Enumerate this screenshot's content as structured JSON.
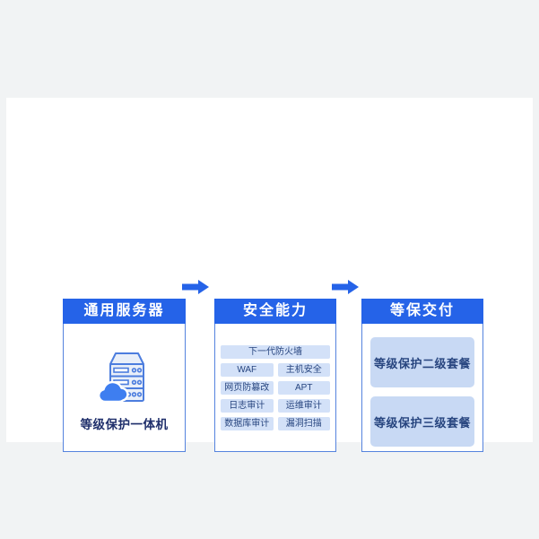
{
  "colors": {
    "page_background": "#f1f3f4",
    "canvas_background": "#ffffff",
    "header_blue": "#2563e8",
    "arrow_blue": "#2563e8",
    "panel_border": "#5583de",
    "tag_background": "#d3e1f8",
    "package_background": "#c8d9f4",
    "navy_text": "#27457f"
  },
  "flow": {
    "step1": {
      "header": "通用服务器",
      "icon": "server-cloud-icon",
      "device_label": "等级保护一体机"
    },
    "step2": {
      "header": "安全能力",
      "tags": [
        "下一代防火墙",
        "WAF",
        "主机安全",
        "网页防篡改",
        "APT",
        "日志审计",
        "运维审计",
        "数据库审计",
        "漏洞扫描"
      ]
    },
    "step3": {
      "header": "等保交付",
      "packages": [
        "等级保护二级套餐",
        "等级保护三级套餐"
      ]
    }
  }
}
